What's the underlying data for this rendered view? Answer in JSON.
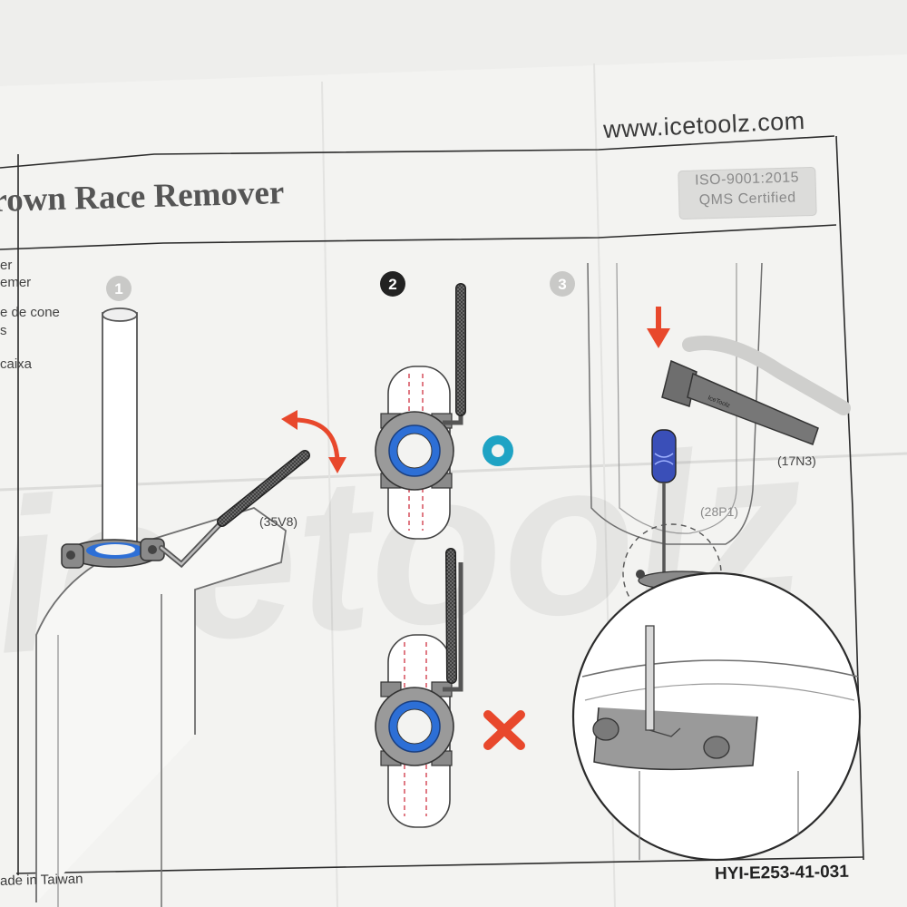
{
  "header": {
    "website": "www.icetoolz.com",
    "title": "rown Race Remover",
    "certification": [
      "ISO-9001:2015",
      "QMS Certified"
    ]
  },
  "side_text": [
    "er",
    "emer",
    "e de cone",
    "s",
    "caixa"
  ],
  "steps": [
    "1",
    "2",
    "3"
  ],
  "part_numbers": [
    "(35V8)",
    "(17N3)",
    "(28P1)"
  ],
  "watermark": "icetoolz",
  "footer": {
    "origin": "ade in Taiwan",
    "document_code": "HYI-E253-41-031"
  },
  "colors": {
    "paper": "#f3f3f1",
    "rule_lines": "#2b2b2b",
    "bearing_blue": "#2d6fd6",
    "washer_cyan": "#1fa3c4",
    "arrow_red": "#e8482c",
    "screwdriver_blue": "#3a4fb8"
  },
  "icons": [
    "rotate-arrow-icon",
    "down-arrow-icon",
    "washer-icon",
    "wrong-x-icon"
  ]
}
